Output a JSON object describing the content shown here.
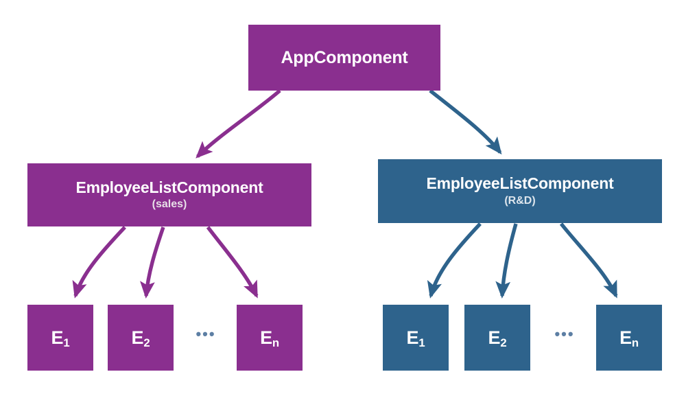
{
  "diagram": {
    "type": "component-tree",
    "colors": {
      "purple": "#8a2f8f",
      "blue": "#2e638c",
      "text": "#ffffff",
      "subtitle_purple": "#e8dfe8",
      "subtitle_blue": "#dde5ec",
      "ellipsis": "#5d7fa4",
      "background": "#ffffff"
    },
    "root": {
      "label": "AppComponent",
      "color": "purple"
    },
    "branches": [
      {
        "id": "sales",
        "color": "purple",
        "label": "EmployeeListComponent",
        "subtitle": "(sales)",
        "leaves": [
          {
            "base": "E",
            "sub": "1"
          },
          {
            "base": "E",
            "sub": "2"
          },
          {
            "base": "E",
            "sub": "n"
          }
        ],
        "ellipsis": "•••"
      },
      {
        "id": "rnd",
        "color": "blue",
        "label": "EmployeeListComponent",
        "subtitle": "(R&D)",
        "leaves": [
          {
            "base": "E",
            "sub": "1"
          },
          {
            "base": "E",
            "sub": "2"
          },
          {
            "base": "E",
            "sub": "n"
          }
        ],
        "ellipsis": "•••"
      }
    ],
    "edges": [
      {
        "from": "AppComponent",
        "to": "EmployeeListComponent (sales)",
        "color": "purple"
      },
      {
        "from": "AppComponent",
        "to": "EmployeeListComponent (R&D)",
        "color": "blue"
      },
      {
        "from": "EmployeeListComponent (sales)",
        "to": "E1",
        "color": "purple"
      },
      {
        "from": "EmployeeListComponent (sales)",
        "to": "E2",
        "color": "purple"
      },
      {
        "from": "EmployeeListComponent (sales)",
        "to": "En",
        "color": "purple"
      },
      {
        "from": "EmployeeListComponent (R&D)",
        "to": "E1",
        "color": "blue"
      },
      {
        "from": "EmployeeListComponent (R&D)",
        "to": "E2",
        "color": "blue"
      },
      {
        "from": "EmployeeListComponent (R&D)",
        "to": "En",
        "color": "blue"
      }
    ]
  }
}
